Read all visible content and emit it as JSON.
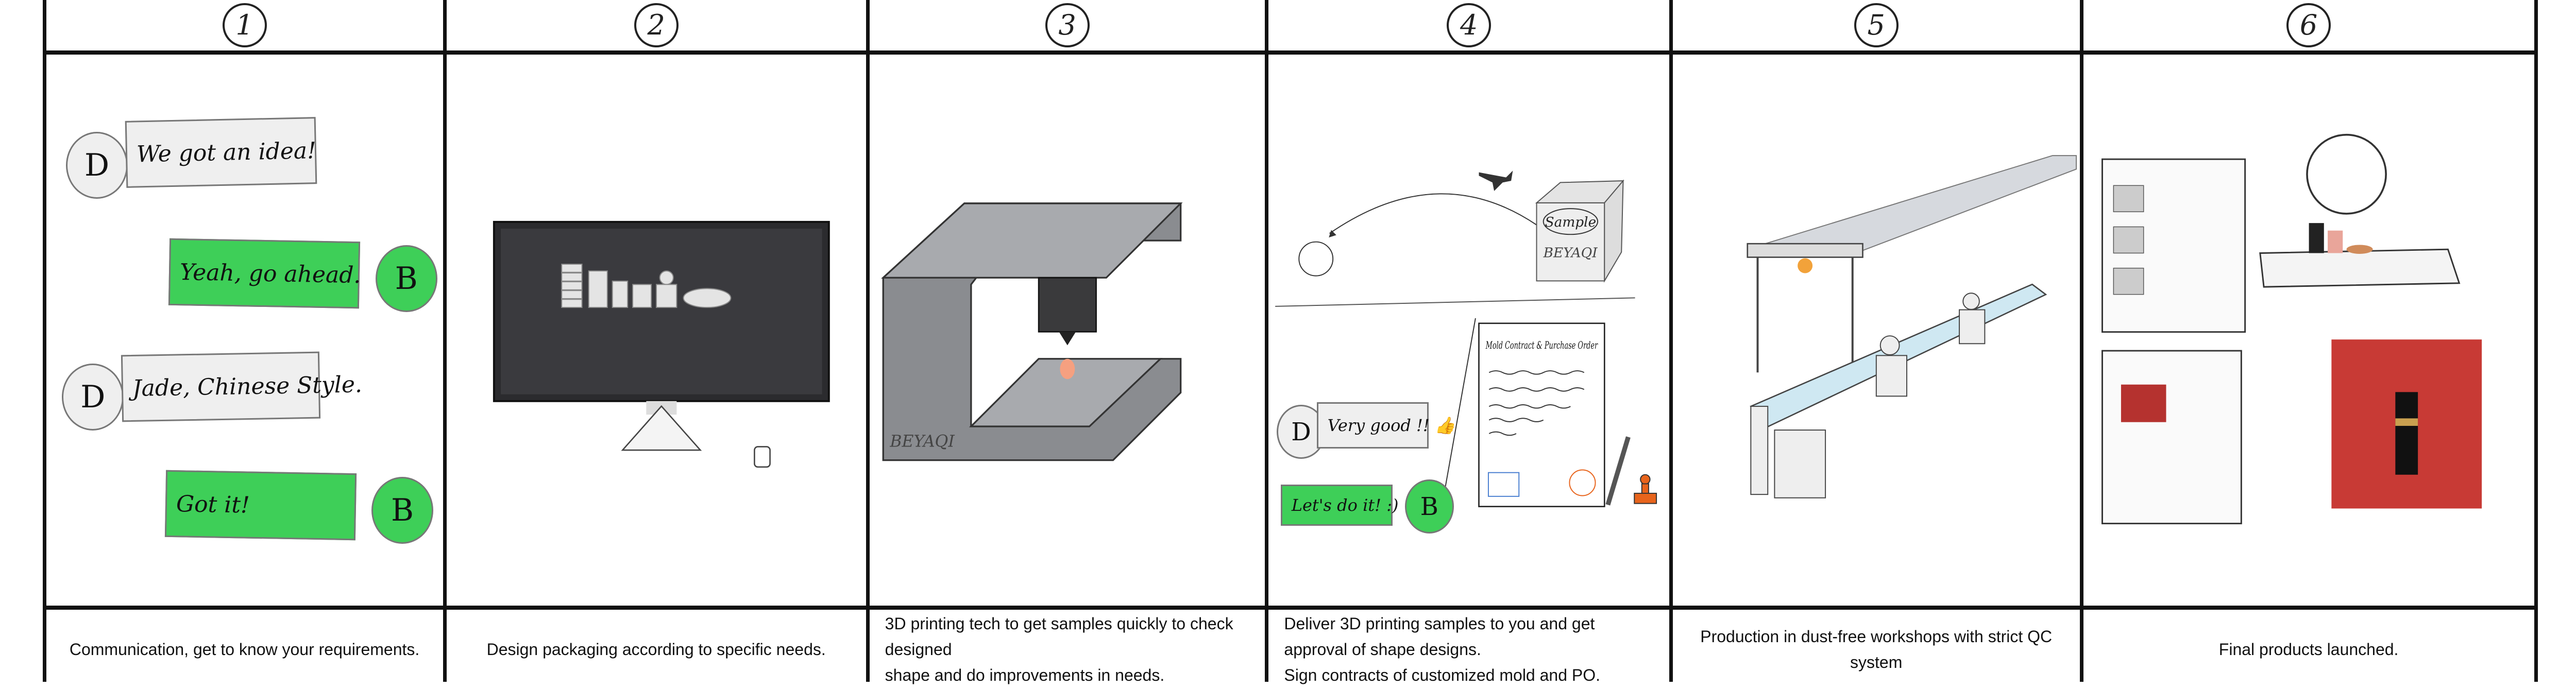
{
  "steps": [
    {
      "number": "1",
      "caption": "Communication, get to know your requirements.",
      "chat": [
        {
          "speaker": "D",
          "text": "We got an idea!"
        },
        {
          "speaker": "B",
          "text": "Yeah, go ahead."
        },
        {
          "speaker": "D",
          "text": "Jade, Chinese Style."
        },
        {
          "speaker": "B",
          "text": "Got it!"
        }
      ]
    },
    {
      "number": "2",
      "caption": "Design packaging according to specific needs."
    },
    {
      "number": "3",
      "caption_line1": "3D printing tech to get samples quickly to check designed",
      "caption_line2": "shape and do improvements in needs.",
      "printer_brand": "BEYAQI"
    },
    {
      "number": "4",
      "caption_line1": "Deliver 3D printing samples to you and get approval of shape designs.",
      "caption_line2": "Sign contracts of customized mold and PO.",
      "box_label": "Sample",
      "box_brand": "BEYAQI",
      "chat": [
        {
          "speaker": "D",
          "text": "Very good !! 👍"
        },
        {
          "speaker": "B",
          "text": "Let's do it! :)"
        }
      ],
      "document_title": "Mold Contract & Purchase Order"
    },
    {
      "number": "5",
      "caption": "Production in dust-free workshops with strict QC system"
    },
    {
      "number": "6",
      "caption": "Final products launched."
    }
  ],
  "colors": {
    "chat_green": "#3ecf58",
    "bubble_grey": "#efefef",
    "stamp_orange": "#e8641c",
    "machine_grey": "#8a8c90"
  }
}
